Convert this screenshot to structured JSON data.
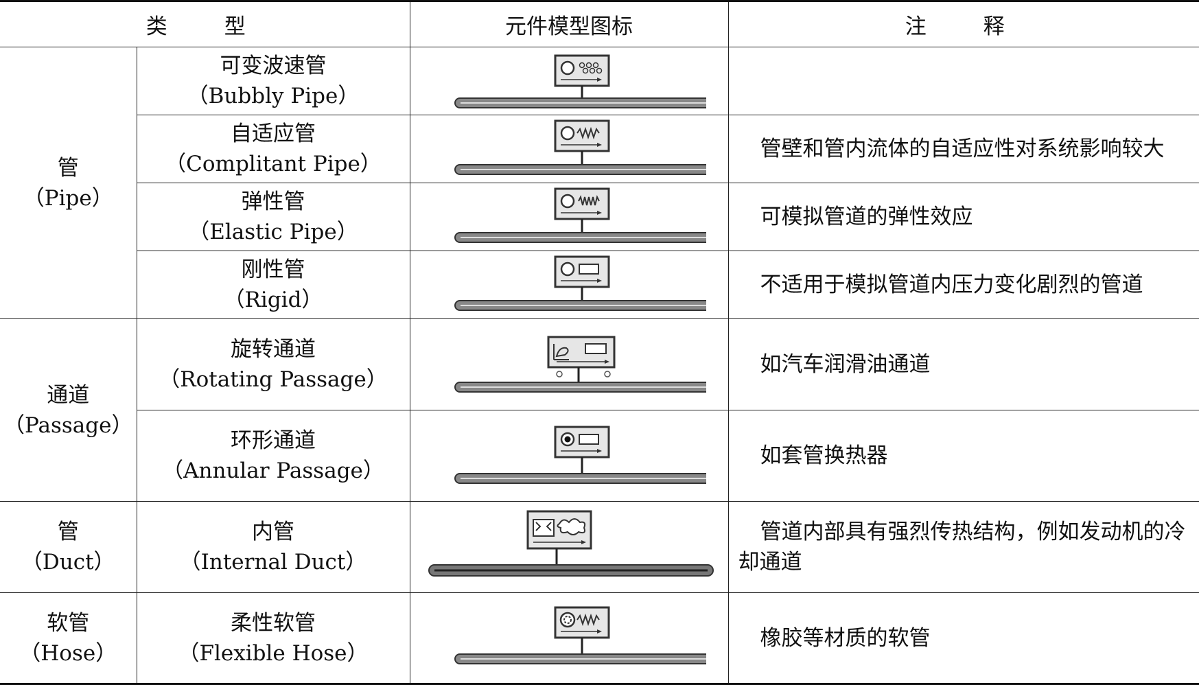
{
  "header": {
    "type": "类　型",
    "icon": "元件模型图标",
    "note": "注　释"
  },
  "groups": [
    {
      "cn": "管",
      "en": "（Pipe）"
    },
    {
      "cn": "通道",
      "en": "（Passage）"
    },
    {
      "cn": "管",
      "en": "（Duct）"
    },
    {
      "cn": "软管",
      "en": "（Hose）"
    }
  ],
  "rows": [
    {
      "cn": "可变波速管",
      "en": "（Bubbly Pipe）",
      "icon": "bubbly-pipe-icon",
      "note": ""
    },
    {
      "cn": "自适应管",
      "en": "（Complitant Pipe）",
      "icon": "compliant-pipe-icon",
      "note": "管壁和管内流体的自适应性对系统影响较大"
    },
    {
      "cn": "弹性管",
      "en": "（Elastic Pipe）",
      "icon": "elastic-pipe-icon",
      "note": "可模拟管道的弹性效应"
    },
    {
      "cn": "刚性管",
      "en": "（Rigid）",
      "icon": "rigid-pipe-icon",
      "note": "不适用于模拟管道内压力变化剧烈的管道"
    },
    {
      "cn": "旋转通道",
      "en": "（Rotating Passage）",
      "icon": "rotating-passage-icon",
      "note": "如汽车润滑油通道"
    },
    {
      "cn": "环形通道",
      "en": "（Annular Passage）",
      "icon": "annular-passage-icon",
      "note": "如套管换热器"
    },
    {
      "cn": "内管",
      "en": "（Internal Duct）",
      "icon": "internal-duct-icon",
      "note": "管道内部具有强烈传热结构，例如发动机的冷却通道"
    },
    {
      "cn": "柔性软管",
      "en": "（Flexible Hose）",
      "icon": "flexible-hose-icon",
      "note": "橡胶等材质的软管"
    }
  ]
}
